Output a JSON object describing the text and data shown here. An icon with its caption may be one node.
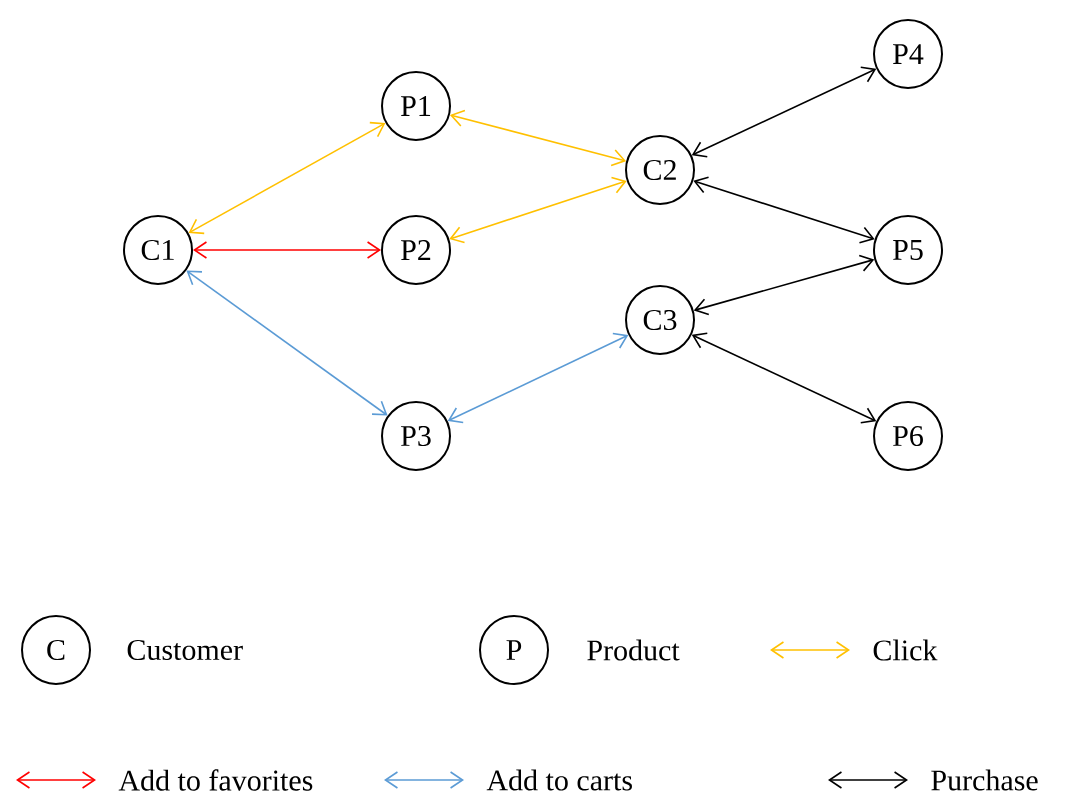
{
  "diagram": {
    "nodes": [
      {
        "text": [
          "C1"
        ]
      },
      {
        "text": [
          "P1"
        ]
      },
      {
        "text": [
          "P2"
        ]
      },
      {
        "text": [
          "P3"
        ]
      },
      {
        "text": [
          "C2"
        ]
      },
      {
        "text": [
          "C3"
        ]
      },
      {
        "text": [
          "P4"
        ]
      },
      {
        "text": [
          "P5"
        ]
      },
      {
        "text": [
          "P6"
        ]
      },
      {
        "text": [
          "C"
        ]
      },
      {
        "text": [
          "P"
        ]
      }
    ],
    "edges": [
      {
        "from": 0,
        "to": 1,
        "arrow": "both",
        "color": "#ffc000"
      },
      {
        "from": 0,
        "to": 2,
        "arrow": "both",
        "color": "#ff0000"
      },
      {
        "from": 0,
        "to": 3,
        "arrow": "both",
        "color": "#5b9bd5"
      },
      {
        "from": 1,
        "to": 4,
        "arrow": "both",
        "color": "#ffc000"
      },
      {
        "from": 2,
        "to": 4,
        "arrow": "both",
        "color": "#ffc000"
      },
      {
        "from": 3,
        "to": 5,
        "arrow": "both",
        "color": "#5b9bd5"
      },
      {
        "from": 4,
        "to": 6,
        "arrow": "both"
      },
      {
        "from": 4,
        "to": 7,
        "arrow": "both"
      },
      {
        "from": 5,
        "to": 7,
        "arrow": "both"
      },
      {
        "from": 5,
        "to": 8,
        "arrow": "both"
      }
    ],
    "legend": [
      {
        "text": "Customer"
      },
      {
        "text": "Product"
      },
      {
        "text": "Click"
      },
      {
        "text": "Add to favorites"
      },
      {
        "text": "Add to carts"
      },
      {
        "text": "Purchase"
      }
    ]
  }
}
